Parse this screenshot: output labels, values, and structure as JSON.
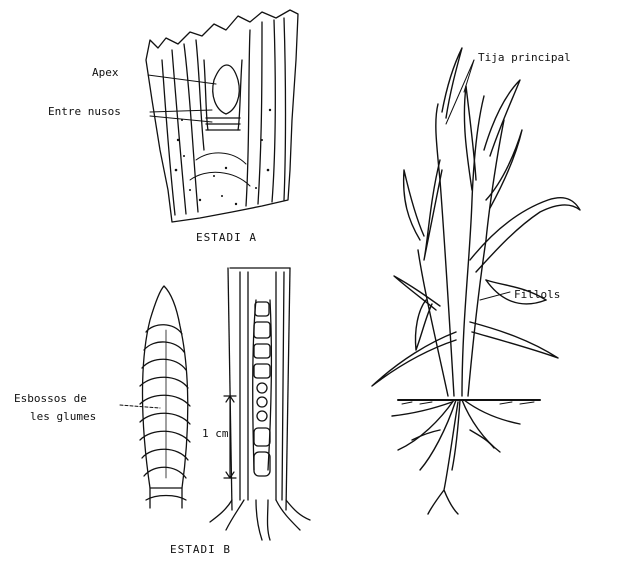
{
  "stage_a": {
    "caption": "ESTADI A",
    "labels": {
      "apex": "Apex",
      "internodes": "Entre nusos"
    }
  },
  "stage_b": {
    "caption": "ESTADI B",
    "labels": {
      "glume_primordia_line1": "Esbossos de",
      "glume_primordia_line2": "les glumes",
      "scale": "1 cm"
    }
  },
  "plant": {
    "labels": {
      "main_stem": "Tija principal",
      "tillers": "Fillols"
    }
  }
}
